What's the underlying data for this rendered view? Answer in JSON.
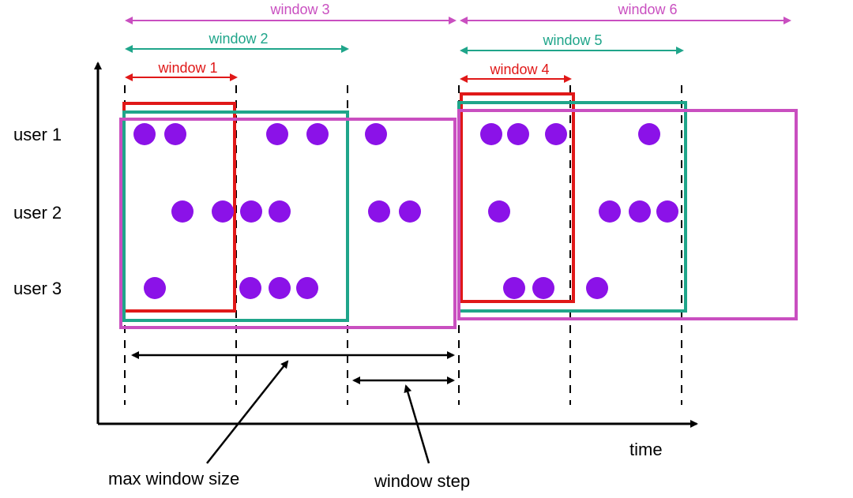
{
  "windows": [
    {
      "label": "window 3",
      "color": "#c94fc0"
    },
    {
      "label": "window 2",
      "color": "#1fa58a"
    },
    {
      "label": "window 1",
      "color": "#e01818"
    },
    {
      "label": "window 6",
      "color": "#c94fc0"
    },
    {
      "label": "window 5",
      "color": "#1fa58a"
    },
    {
      "label": "window 4",
      "color": "#e01818"
    }
  ],
  "users": [
    "user 1",
    "user 2",
    "user 3"
  ],
  "annotations": {
    "max_window_size": "max window size",
    "window_step": "window step",
    "time_axis": "time"
  },
  "colors": {
    "event_dot": "#8b12e8",
    "axis": "#000000"
  }
}
